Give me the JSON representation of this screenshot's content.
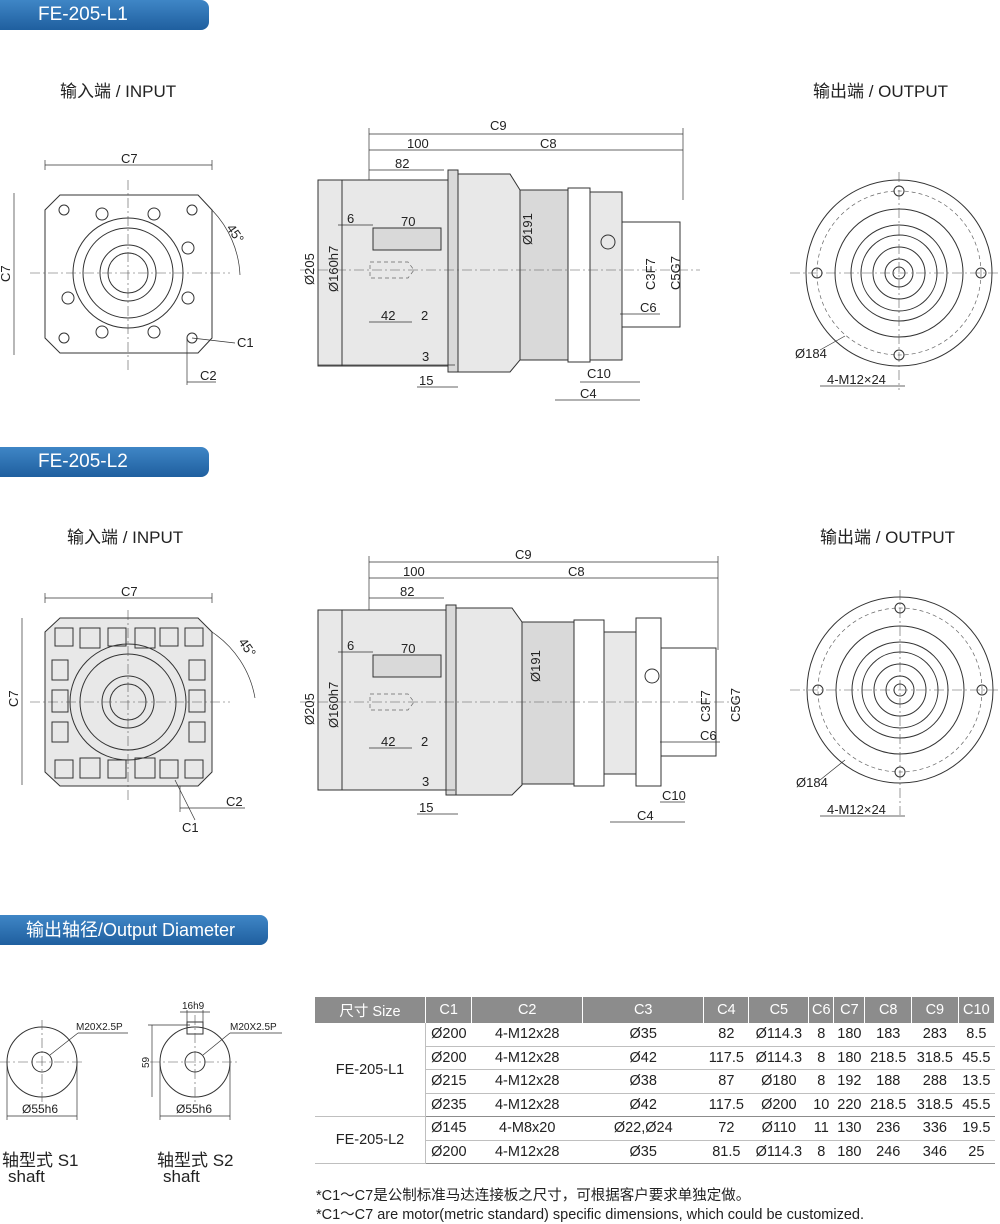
{
  "sections": [
    {
      "title": "FE-205-L1",
      "input_label": "输入端 / INPUT",
      "output_label": "输出端 / OUTPUT"
    },
    {
      "title": "FE-205-L2",
      "input_label": "输入端 / INPUT",
      "output_label": "输出端 / OUTPUT"
    }
  ],
  "dims": {
    "C1": "C1",
    "C2": "C2",
    "C3F7": "C3F7",
    "C4": "C4",
    "C5G7": "C5G7",
    "C6": "C6",
    "C7": "C7",
    "C8": "C8",
    "C9": "C9",
    "C10": "C10",
    "d100": "100",
    "d82": "82",
    "d70": "70",
    "d6": "6",
    "d42": "42",
    "d2": "2",
    "d3": "3",
    "d15": "15",
    "phi205": "Ø205",
    "phi160": "Ø160h7",
    "phi191": "Ø191",
    "phi184": "Ø184",
    "bolts": "4-M12×24",
    "angle": "45°"
  },
  "shaft_section": {
    "title": "输出轴径/Output Diameter",
    "s1": {
      "thread": "M20X2.5P",
      "dia": "Ø55h6",
      "label_cn": "轴型式 S1",
      "label_en": "shaft"
    },
    "s2": {
      "key": "16h9",
      "thread": "M20X2.5P",
      "dia": "Ø55h6",
      "height": "59",
      "label_cn": "轴型式 S2",
      "label_en": "shaft"
    }
  },
  "table": {
    "headers": [
      "尺寸 Size",
      "C1",
      "C2",
      "C3",
      "C4",
      "C5",
      "C6",
      "C7",
      "C8",
      "C9",
      "C10"
    ],
    "groups": [
      {
        "model": "FE-205-L1",
        "rows": [
          [
            "Ø200",
            "4-M12x28",
            "Ø35",
            "82",
            "Ø114.3",
            "8",
            "180",
            "183",
            "283",
            "8.5"
          ],
          [
            "Ø200",
            "4-M12x28",
            "Ø42",
            "117.5",
            "Ø114.3",
            "8",
            "180",
            "218.5",
            "318.5",
            "45.5"
          ],
          [
            "Ø215",
            "4-M12x28",
            "Ø38",
            "87",
            "Ø180",
            "8",
            "192",
            "188",
            "288",
            "13.5"
          ],
          [
            "Ø235",
            "4-M12x28",
            "Ø42",
            "117.5",
            "Ø200",
            "10",
            "220",
            "218.5",
            "318.5",
            "45.5"
          ]
        ]
      },
      {
        "model": "FE-205-L2",
        "rows": [
          [
            "Ø145",
            "4-M8x20",
            "Ø22,Ø24",
            "72",
            "Ø110",
            "11",
            "130",
            "236",
            "336",
            "19.5"
          ],
          [
            "Ø200",
            "4-M12x28",
            "Ø35",
            "81.5",
            "Ø114.3",
            "8",
            "180",
            "246",
            "346",
            "25"
          ]
        ]
      }
    ]
  },
  "notes": [
    "*C1～C7是公制标准马达连接板之尺寸，可根据客户要求单独定做。",
    "*C1～C7 are motor(metric standard) specific dimensions, which could be customized."
  ]
}
